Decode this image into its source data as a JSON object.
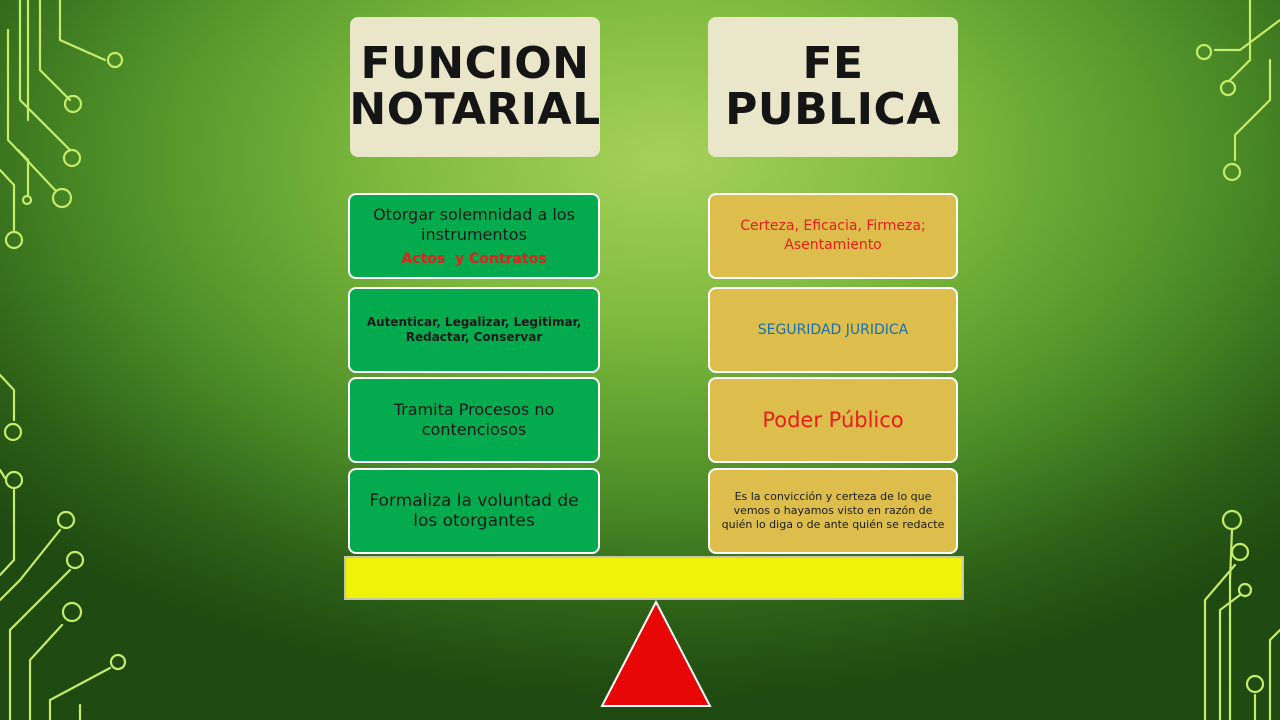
{
  "columns": {
    "left": {
      "header": "FUNCION NOTARIAL",
      "items": [
        {
          "text": "Otorgar solemnidad a los instrumentos",
          "subtext": "Actos  y Contratos"
        },
        {
          "text": "Autenticar, Legalizar, Legitimar, Redactar, Conservar"
        },
        {
          "text": "Tramita Procesos no contenciosos"
        },
        {
          "text": "Formaliza la voluntad de los otorgantes"
        }
      ]
    },
    "right": {
      "header": "FE PUBLICA",
      "items": [
        {
          "text": "Certeza, Eficacia, Firmeza; Asentamiento"
        },
        {
          "text": "SEGURIDAD JURIDICA"
        },
        {
          "text": "Poder Público"
        },
        {
          "text": "Es la convicción y certeza de lo que vemos o hayamos visto en razón de quién lo diga o de ante quién se redacte"
        }
      ]
    }
  },
  "colors": {
    "green_box": "#03ab4e",
    "gold_box": "#ddbe4d",
    "header_box": "#e9e6c9",
    "beam": "#eef307",
    "fulcrum": "#e80707",
    "accent_red": "#ea1c1c",
    "accent_blue": "#1a6fb0"
  }
}
